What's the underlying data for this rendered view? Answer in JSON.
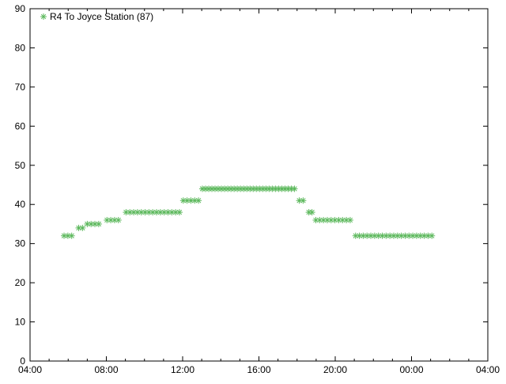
{
  "chart_data": {
    "type": "scatter",
    "x_axis": {
      "ticks": [
        "04:00",
        "08:00",
        "12:00",
        "16:00",
        "20:00",
        "00:00",
        "04:00"
      ],
      "range_hours": [
        4,
        28
      ],
      "minor_step_hours": 1
    },
    "y_axis": {
      "ticks": [
        0,
        10,
        20,
        30,
        40,
        50,
        60,
        70,
        80,
        90
      ],
      "ylim": [
        0,
        90
      ]
    },
    "grid": false,
    "legend_position": "top-left",
    "series": [
      {
        "name": "R4 To Joyce Station (87)",
        "color": "#5cb85c",
        "marker": "asterisk",
        "points": [
          [
            "05:47",
            32
          ],
          [
            "05:59",
            32
          ],
          [
            "06:11",
            32
          ],
          [
            "06:33",
            34
          ],
          [
            "06:45",
            34
          ],
          [
            "07:00",
            35
          ],
          [
            "07:12",
            35
          ],
          [
            "07:24",
            35
          ],
          [
            "07:36",
            35
          ],
          [
            "08:02",
            36
          ],
          [
            "08:14",
            36
          ],
          [
            "08:26",
            36
          ],
          [
            "08:38",
            36
          ],
          [
            "09:02",
            38
          ],
          [
            "09:14",
            38
          ],
          [
            "09:26",
            38
          ],
          [
            "09:38",
            38
          ],
          [
            "09:50",
            38
          ],
          [
            "10:02",
            38
          ],
          [
            "10:14",
            38
          ],
          [
            "10:26",
            38
          ],
          [
            "10:38",
            38
          ],
          [
            "10:50",
            38
          ],
          [
            "11:02",
            38
          ],
          [
            "11:14",
            38
          ],
          [
            "11:26",
            38
          ],
          [
            "11:38",
            38
          ],
          [
            "11:50",
            38
          ],
          [
            "12:02",
            41
          ],
          [
            "12:14",
            41
          ],
          [
            "12:26",
            41
          ],
          [
            "12:38",
            41
          ],
          [
            "12:50",
            41
          ],
          [
            "13:02",
            44
          ],
          [
            "13:12",
            44
          ],
          [
            "13:22",
            44
          ],
          [
            "13:32",
            44
          ],
          [
            "13:42",
            44
          ],
          [
            "13:52",
            44
          ],
          [
            "14:02",
            44
          ],
          [
            "14:12",
            44
          ],
          [
            "14:22",
            44
          ],
          [
            "14:32",
            44
          ],
          [
            "14:42",
            44
          ],
          [
            "14:52",
            44
          ],
          [
            "15:02",
            44
          ],
          [
            "15:12",
            44
          ],
          [
            "15:22",
            44
          ],
          [
            "15:32",
            44
          ],
          [
            "15:42",
            44
          ],
          [
            "15:52",
            44
          ],
          [
            "16:02",
            44
          ],
          [
            "16:12",
            44
          ],
          [
            "16:22",
            44
          ],
          [
            "16:32",
            44
          ],
          [
            "16:42",
            44
          ],
          [
            "16:52",
            44
          ],
          [
            "17:02",
            44
          ],
          [
            "17:12",
            44
          ],
          [
            "17:22",
            44
          ],
          [
            "17:32",
            44
          ],
          [
            "17:42",
            44
          ],
          [
            "17:52",
            44
          ],
          [
            "18:07",
            41
          ],
          [
            "18:19",
            41
          ],
          [
            "18:37",
            38
          ],
          [
            "18:47",
            38
          ],
          [
            "18:59",
            36
          ],
          [
            "19:11",
            36
          ],
          [
            "19:23",
            36
          ],
          [
            "19:35",
            36
          ],
          [
            "19:47",
            36
          ],
          [
            "19:59",
            36
          ],
          [
            "20:11",
            36
          ],
          [
            "20:23",
            36
          ],
          [
            "20:35",
            36
          ],
          [
            "20:47",
            36
          ],
          [
            "21:04",
            32
          ],
          [
            "21:16",
            32
          ],
          [
            "21:28",
            32
          ],
          [
            "21:40",
            32
          ],
          [
            "21:52",
            32
          ],
          [
            "22:04",
            32
          ],
          [
            "22:16",
            32
          ],
          [
            "22:28",
            32
          ],
          [
            "22:40",
            32
          ],
          [
            "22:52",
            32
          ],
          [
            "23:04",
            32
          ],
          [
            "23:16",
            32
          ],
          [
            "23:28",
            32
          ],
          [
            "23:40",
            32
          ],
          [
            "23:52",
            32
          ],
          [
            "00:04",
            32
          ],
          [
            "00:16",
            32
          ],
          [
            "00:28",
            32
          ],
          [
            "00:40",
            32
          ],
          [
            "00:52",
            32
          ],
          [
            "01:04",
            32
          ]
        ]
      }
    ]
  }
}
